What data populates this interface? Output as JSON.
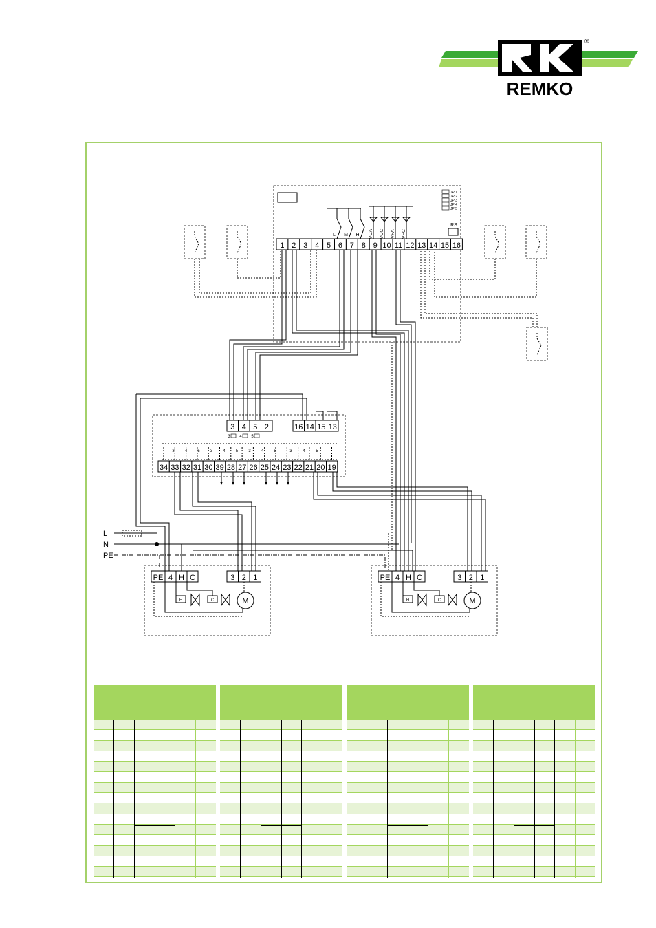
{
  "brand": {
    "name": "REMKO",
    "registered": "®",
    "colors": {
      "green_dark": "#3aaa35",
      "green_light": "#a4d65e",
      "line": "#000000"
    }
  },
  "controller": {
    "terminals": [
      "1",
      "2",
      "3",
      "4",
      "5",
      "6",
      "7",
      "8",
      "9",
      "10",
      "11",
      "12",
      "13",
      "14",
      "15",
      "16"
    ],
    "relay_labels": [
      "L",
      "M",
      "H"
    ],
    "valve_labels": [
      "VCA",
      "VCC",
      "VFA",
      "VFC"
    ],
    "jumper_labels": [
      "JP 1",
      "JP 2",
      "JP 3",
      "JP 4",
      "JP 5"
    ],
    "rs_label": "RS"
  },
  "splitter": {
    "top_left_terminals": [
      "3",
      "4",
      "5",
      "2"
    ],
    "top_right_terminals": [
      "16",
      "14",
      "15",
      "13"
    ],
    "relay_marks": [
      "3",
      "4",
      "5"
    ],
    "bottom_terminals": [
      "34",
      "33",
      "32",
      "31",
      "30",
      "39",
      "28",
      "27",
      "26",
      "25",
      "24",
      "23",
      "22",
      "21",
      "20",
      "19"
    ],
    "contact_marks": [
      "3",
      "4",
      "5",
      "3",
      "4",
      "5",
      "3",
      "4",
      "5",
      "3",
      "4",
      "5"
    ]
  },
  "mains": {
    "lines": [
      "L",
      "N",
      "PE"
    ]
  },
  "units": [
    {
      "terminals": [
        "PE",
        "4",
        "H",
        "C",
        "3",
        "2",
        "1"
      ],
      "heater": "H",
      "cooler": "C",
      "motor": "M"
    },
    {
      "terminals": [
        "PE",
        "4",
        "H",
        "C",
        "3",
        "2",
        "1"
      ],
      "heater": "H",
      "cooler": "C",
      "motor": "M"
    }
  ],
  "tables": {
    "count": 4
  }
}
